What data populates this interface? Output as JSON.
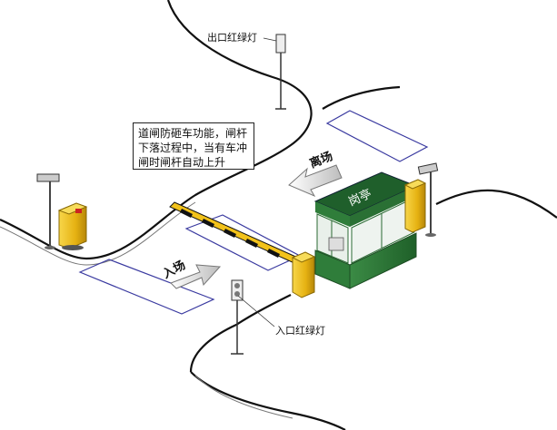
{
  "labels": {
    "exit_light": "出口红绿灯",
    "entry_light": "入口红绿灯",
    "leave_field": "离场",
    "enter_field": "入场",
    "booth": "岗亭"
  },
  "note": {
    "lines": [
      "道闸防砸车功能，闸杆",
      "下落过程中，当有车冲",
      "闸时闸杆自动上升"
    ]
  },
  "colors": {
    "booth_green": "#2f7d3a",
    "booth_roof": "#1f5f2b",
    "barrier_yellow": "#f2c21a",
    "barrier_black": "#111111",
    "lane_outline": "#3a3aa0"
  },
  "icons": [
    "traffic-light-icon",
    "camera-icon",
    "barrier-gate-icon",
    "ticket-machine-icon",
    "arrow-icon"
  ]
}
